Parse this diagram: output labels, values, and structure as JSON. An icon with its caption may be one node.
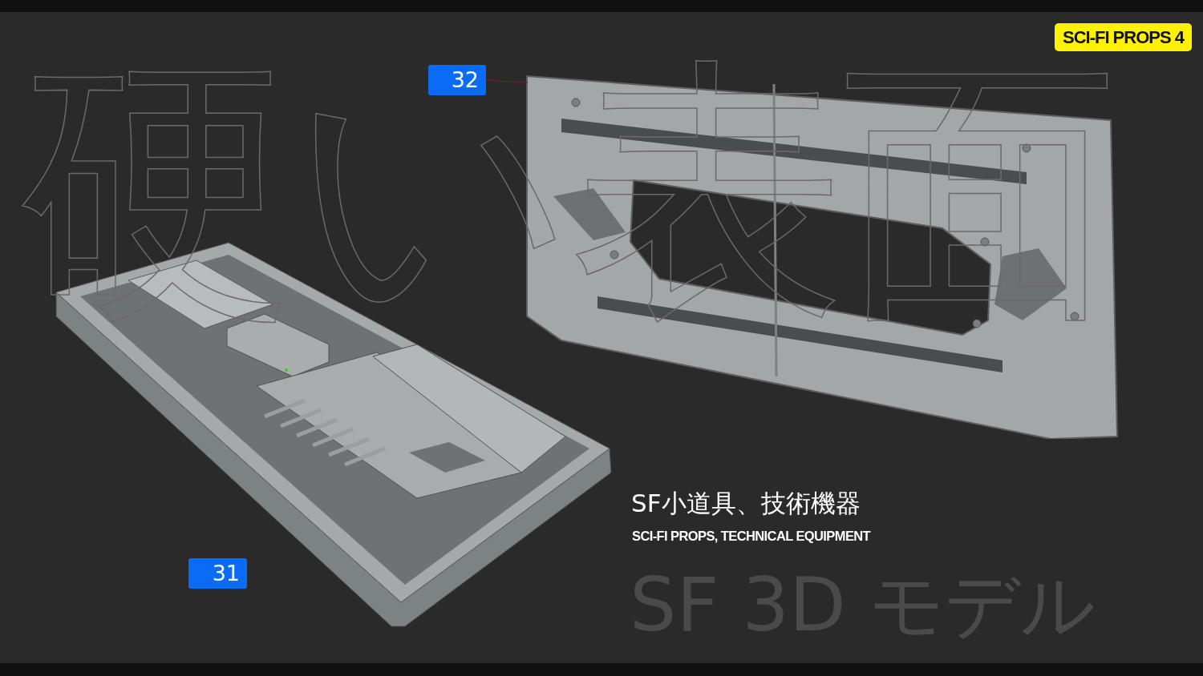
{
  "diagram": {
    "title": "SCI-FI PROPS 4",
    "nodes": [
      {
        "text": [
          "32"
        ]
      },
      {
        "text": [],
        "shape": "picture"
      },
      {
        "text": [
          "31"
        ]
      }
    ],
    "edges": [
      {
        "from": 0,
        "to": 1,
        "arrow": "none"
      }
    ],
    "labels": [
      "硬い表面",
      "SF小道具、技術機器",
      "SCI-FI PROPS, TECHNICAL EQUIPMENT",
      "SF 3D モデル"
    ]
  }
}
